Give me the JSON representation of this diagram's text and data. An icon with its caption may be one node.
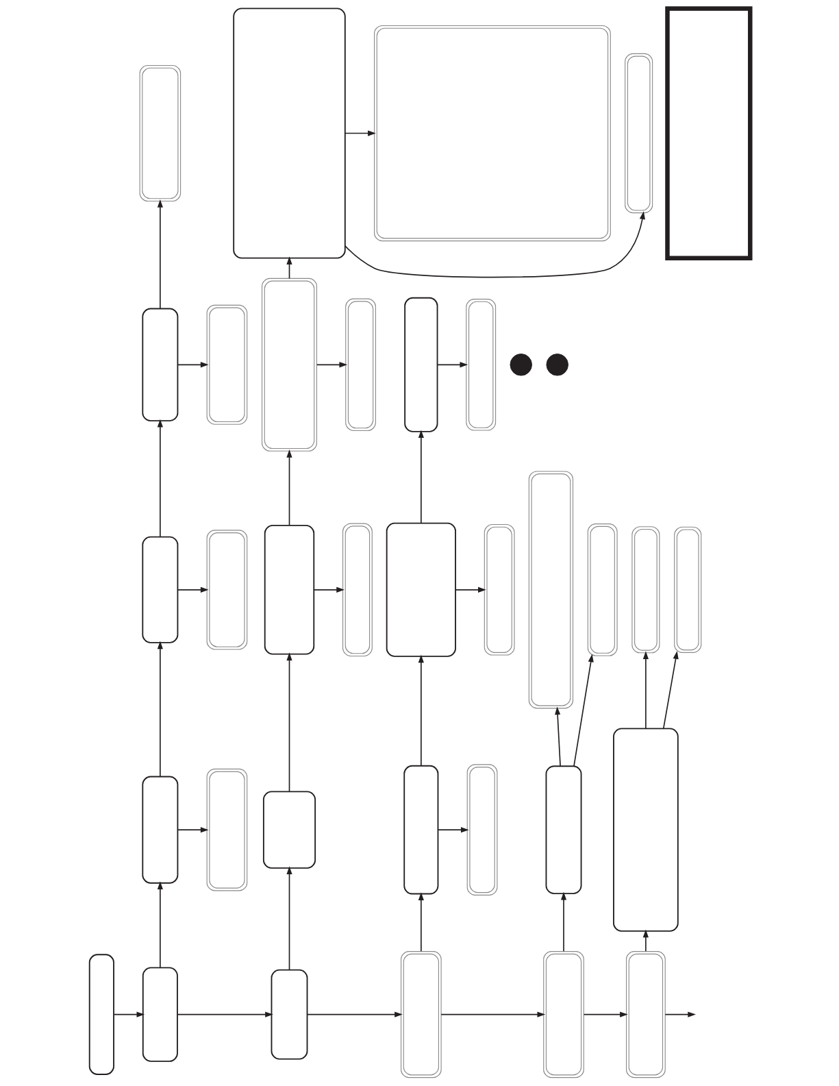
{
  "diagram": {
    "nodes": [
      {
        "text": [],
        "shape": "box"
      },
      {
        "text": [],
        "shape": "box"
      },
      {
        "text": [],
        "shape": "box"
      },
      {
        "text": [],
        "shape": "box"
      },
      {
        "text": [],
        "shape": "box"
      },
      {
        "text": [],
        "shape": "box"
      },
      {
        "text": [],
        "shape": "box"
      },
      {
        "text": [],
        "shape": "box"
      },
      {
        "text": [],
        "shape": "box"
      },
      {
        "text": [],
        "shape": "box"
      },
      {
        "text": [],
        "shape": "box"
      },
      {
        "text": [],
        "shape": "box"
      },
      {
        "text": [],
        "shape": "box"
      },
      {
        "text": [],
        "shape": "box"
      },
      {
        "text": [],
        "shape": "box"
      },
      {
        "text": [],
        "shape": "box"
      },
      {
        "text": [],
        "shape": "box"
      },
      {
        "text": [],
        "shape": "box"
      },
      {
        "text": [],
        "shape": "circle"
      },
      {
        "text": [],
        "shape": "box"
      },
      {
        "text": [],
        "shape": "box"
      },
      {
        "text": [],
        "shape": "box"
      },
      {
        "text": [],
        "shape": "box"
      },
      {
        "text": [],
        "shape": "box"
      },
      {
        "text": [],
        "shape": "box"
      },
      {
        "text": [],
        "shape": "box"
      },
      {
        "text": [],
        "shape": "box"
      },
      {
        "text": [],
        "shape": "box"
      },
      {
        "text": [],
        "shape": "box"
      },
      {
        "text": [],
        "shape": "box"
      },
      {
        "text": [],
        "shape": "box"
      },
      {
        "text": [],
        "shape": "box"
      },
      {
        "text": [],
        "shape": "box"
      },
      {
        "text": [],
        "shape": "box"
      },
      {
        "text": [],
        "shape": "box"
      },
      {
        "text": [],
        "shape": "circle"
      }
    ],
    "edges": [
      {
        "from": 0,
        "to": 1,
        "arrow": "to"
      },
      {
        "from": 1,
        "to": 2,
        "arrow": "to"
      },
      {
        "from": 2,
        "to": 3,
        "arrow": "to"
      },
      {
        "from": 2,
        "to": 4,
        "arrow": "to"
      },
      {
        "from": 4,
        "to": 5,
        "arrow": "to"
      },
      {
        "from": 4,
        "to": 6,
        "arrow": "to"
      },
      {
        "from": 6,
        "to": 7,
        "arrow": "to"
      },
      {
        "from": 6,
        "to": 8,
        "arrow": "to"
      },
      {
        "from": 1,
        "to": 9,
        "arrow": "to"
      },
      {
        "from": 9,
        "to": 10,
        "arrow": "to"
      },
      {
        "from": 10,
        "to": 11,
        "arrow": "to"
      },
      {
        "from": 11,
        "to": 12,
        "arrow": "to"
      },
      {
        "from": 11,
        "to": 13,
        "arrow": "to"
      },
      {
        "from": 13,
        "to": 14,
        "arrow": "to"
      },
      {
        "from": 13,
        "to": 15,
        "arrow": "to"
      },
      {
        "from": 15,
        "to": 17,
        "arrow": "to"
      },
      {
        "from": 15,
        "to": 16,
        "arrow": "to"
      },
      {
        "from": 9,
        "to": 19,
        "arrow": "to"
      },
      {
        "from": 19,
        "to": 20,
        "arrow": "to"
      },
      {
        "from": 20,
        "to": 21,
        "arrow": "to"
      },
      {
        "from": 20,
        "to": 22,
        "arrow": "to"
      },
      {
        "from": 22,
        "to": 23,
        "arrow": "to"
      },
      {
        "from": 22,
        "to": 24,
        "arrow": "to"
      },
      {
        "from": 24,
        "to": 25,
        "arrow": "to"
      },
      {
        "from": 19,
        "to": 26,
        "arrow": "to"
      },
      {
        "from": 26,
        "to": 27,
        "arrow": "to"
      },
      {
        "from": 27,
        "to": 28,
        "arrow": "to"
      },
      {
        "from": 27,
        "to": 29,
        "arrow": "to"
      },
      {
        "from": 26,
        "to": 30,
        "arrow": "to"
      },
      {
        "from": 30,
        "to": 31,
        "arrow": "to"
      },
      {
        "from": 31,
        "to": 32,
        "arrow": "to"
      },
      {
        "from": 31,
        "to": 33,
        "arrow": "to"
      },
      {
        "from": 30,
        "to": null,
        "arrow": "to"
      }
    ]
  }
}
